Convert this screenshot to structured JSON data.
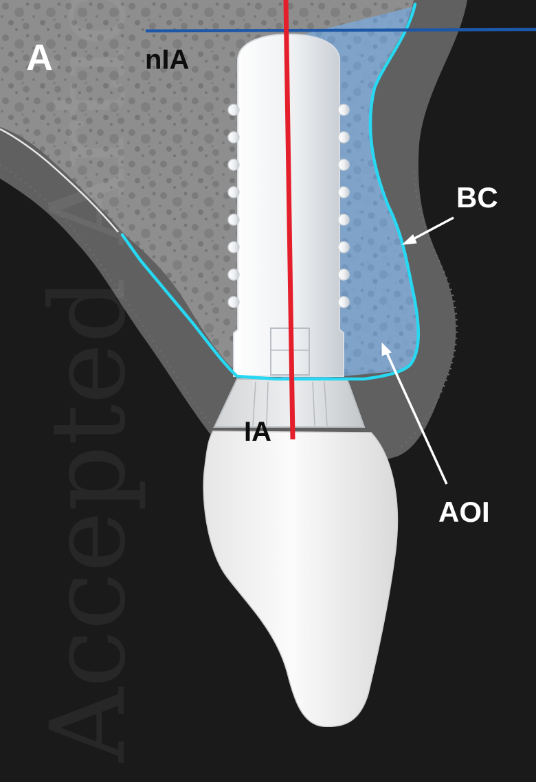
{
  "panel_label": "A",
  "labels": {
    "nIA": "nIA",
    "IA": "IA",
    "BC": "BC",
    "AOI": "AOI"
  },
  "watermark": "Accepted Article",
  "colors": {
    "background": "#1a1a1a",
    "bone_tissue": "#8c8c8c",
    "soft_tissue": "#606060",
    "implant_axis": "#e41e2b",
    "normal_axis": "#1d57a8",
    "bone_contour": "#28d8f2",
    "area_of_interest": "#7aa6d2"
  },
  "icons": {
    "implant": "dental-implant-icon",
    "crown": "tooth-crown-icon"
  }
}
